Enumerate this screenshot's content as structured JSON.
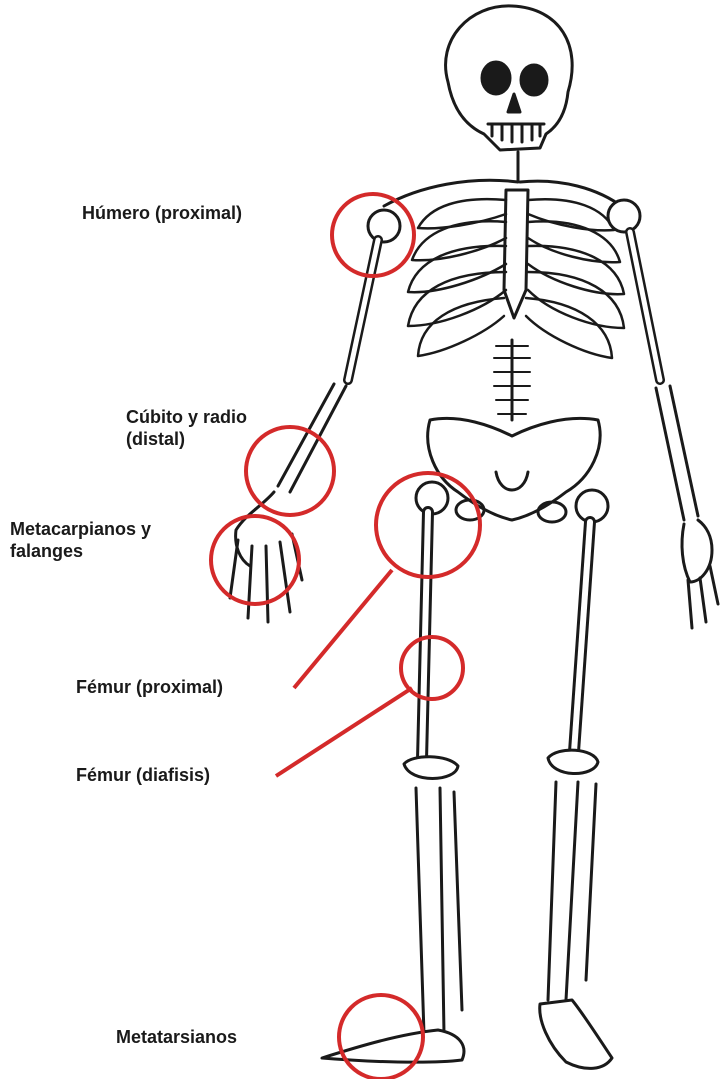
{
  "labels": {
    "humero": "Húmero (proximal)",
    "cubito_line1": "Cúbito y radio",
    "cubito_line2": "(distal)",
    "metacarpianos_line1": "Metacarpianos y",
    "metacarpianos_line2": "falanges",
    "femur_proximal": "Fémur (proximal)",
    "femur_diafisis": "Fémur (diafisis)",
    "metatarsianos": "Metatarsianos"
  },
  "colors": {
    "marker": "#d42a2a",
    "bone_outline": "#1a1a1a",
    "background": "#ffffff"
  },
  "icons": {
    "figure": "human-skeleton-icon"
  }
}
